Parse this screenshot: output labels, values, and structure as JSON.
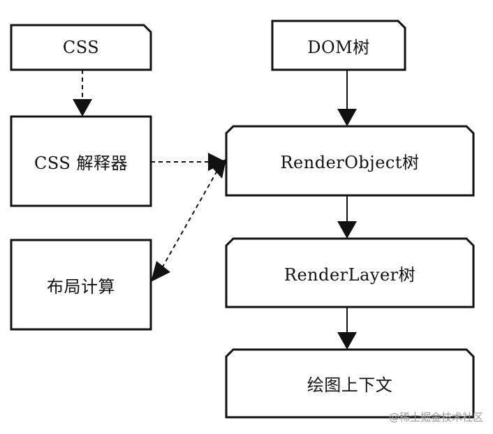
{
  "diagram": {
    "nodes": {
      "css": "CSS",
      "css_parser": "CSS 解释器",
      "layout_calc": "布局计算",
      "dom_tree": "DOM树",
      "render_object_tree": "RenderObject树",
      "render_layer_tree": "RenderLayer树",
      "paint_context": "绘图上下文"
    },
    "edges": [
      {
        "from": "css",
        "to": "css_parser",
        "style": "dashed"
      },
      {
        "from": "css_parser",
        "to": "render_object_tree",
        "style": "dashed"
      },
      {
        "from": "layout_calc",
        "to": "render_object_tree",
        "style": "dashed",
        "bidirectional": true
      },
      {
        "from": "dom_tree",
        "to": "render_object_tree",
        "style": "solid"
      },
      {
        "from": "render_object_tree",
        "to": "render_layer_tree",
        "style": "solid"
      },
      {
        "from": "render_layer_tree",
        "to": "paint_context",
        "style": "solid"
      }
    ]
  },
  "watermark": "@稀土掘金技术社区"
}
